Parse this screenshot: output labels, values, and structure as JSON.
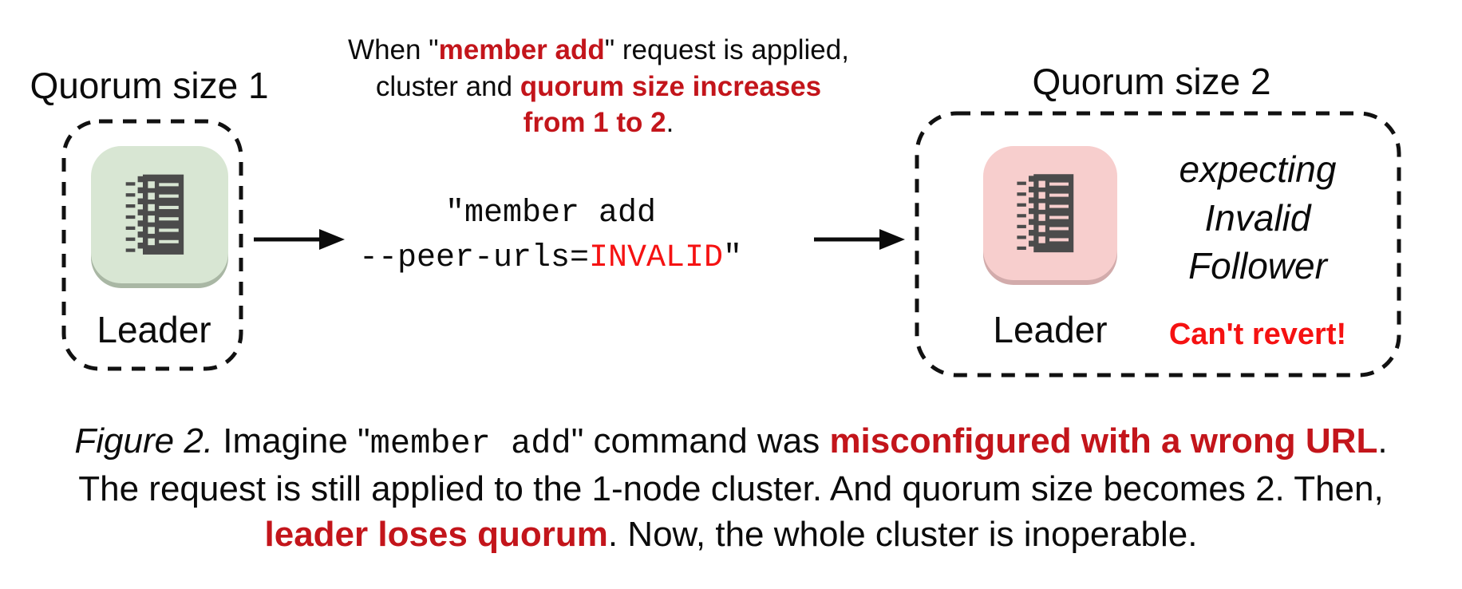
{
  "colors": {
    "highlight_red": "#c3151b",
    "bright_red": "#f51212",
    "tile_green": "#d8e6d3",
    "tile_pink": "#f7cecd",
    "glyph_dark": "#4b4b4b",
    "line_black": "#0b0b0b"
  },
  "left_cluster": {
    "heading": "Quorum size 1",
    "node_label": "Leader"
  },
  "transition": {
    "annotation": {
      "seg1": "When \"",
      "highlight1": "member add",
      "seg2": "\" request is applied,",
      "seg3": "cluster and ",
      "highlight2": "quorum size increases",
      "highlight3": "from 1 to 2",
      "seg4": "."
    },
    "command": {
      "line1": "\"member add",
      "line2_prefix": "--peer-urls=",
      "line2_invalid": "INVALID",
      "line2_suffix": "\""
    }
  },
  "right_cluster": {
    "heading": "Quorum size 2",
    "node_label": "Leader",
    "expectation_lines": [
      "expecting",
      "Invalid",
      "Follower"
    ],
    "warning": "Can't revert!"
  },
  "caption": {
    "line1": {
      "figure_label": "Figure 2.",
      "pre": " Imagine \"",
      "command": "member add",
      "post": "\" command was ",
      "highlight": "misconfigured with a wrong URL",
      "end": "."
    },
    "line2": "The request is still applied to the 1-node cluster. And quorum size becomes 2. Then,",
    "line3": {
      "highlight": "leader loses quorum",
      "rest": ". Now, the whole cluster is inoperable."
    }
  }
}
